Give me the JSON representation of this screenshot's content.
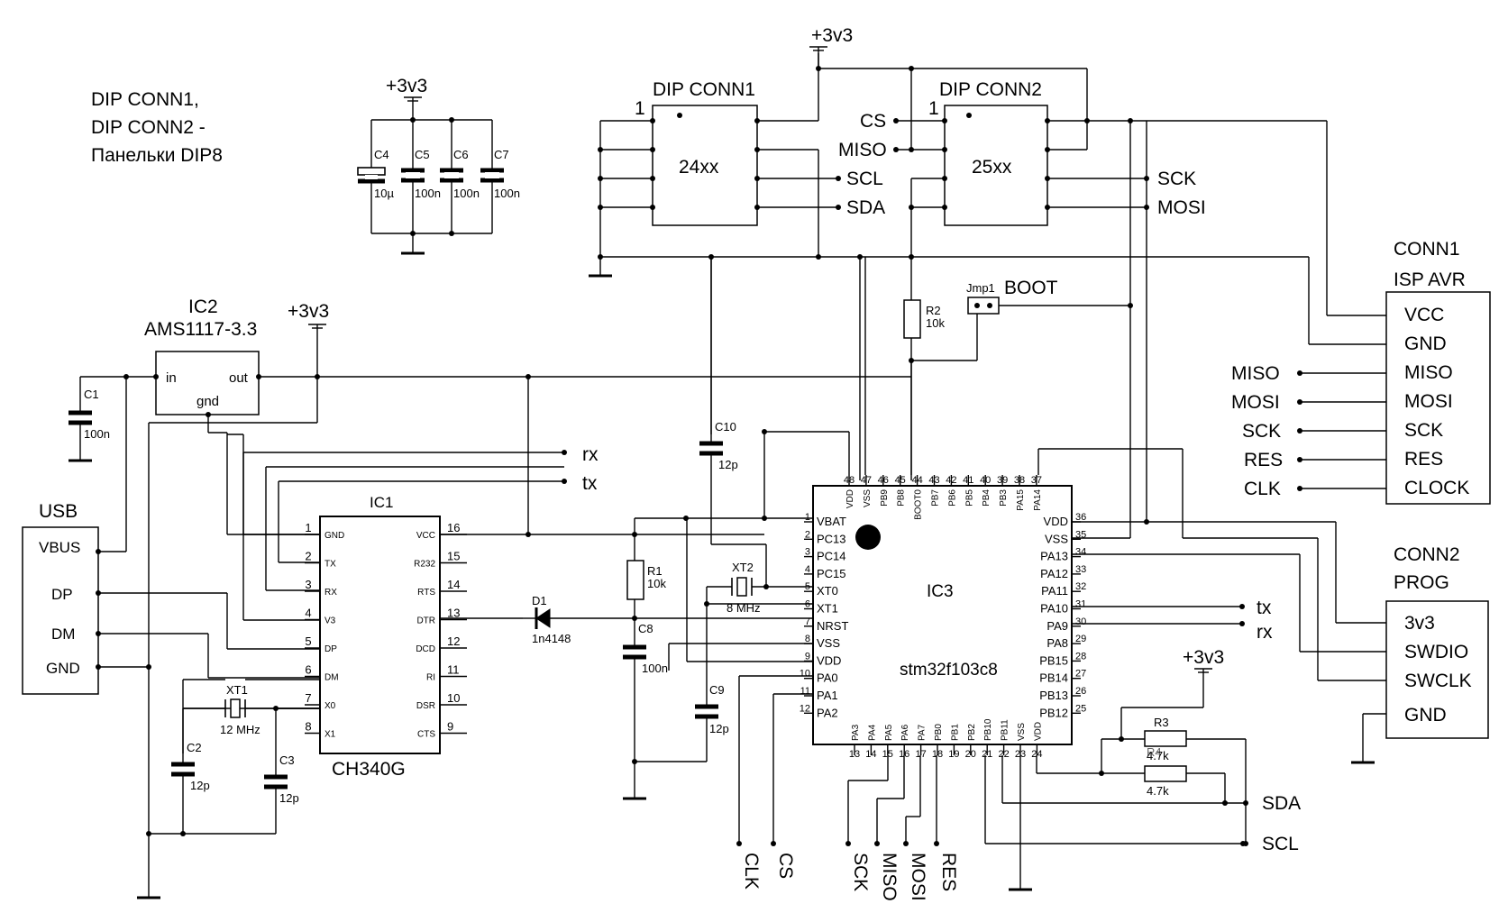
{
  "note": {
    "line1": "DIP CONN1,",
    "line2": "DIP CONN2 -",
    "line3": "Панельки DIP8"
  },
  "power": {
    "v33": "+3v3"
  },
  "caps": {
    "c4": {
      "name": "C4",
      "value": "10µ"
    },
    "c5": {
      "name": "C5",
      "value": "100n"
    },
    "c6": {
      "name": "C6",
      "value": "100n"
    },
    "c7": {
      "name": "C7",
      "value": "100n"
    },
    "c1": {
      "name": "C1",
      "value": "100n"
    },
    "c2": {
      "name": "C2",
      "value": "12p"
    },
    "c3": {
      "name": "C3",
      "value": "12p"
    },
    "c8": {
      "name": "C8",
      "value": "100n"
    },
    "c9": {
      "name": "C9",
      "value": "12p"
    },
    "c10": {
      "name": "C10",
      "value": "12p"
    }
  },
  "dip1": {
    "title": "DIP CONN1",
    "chip": "24xx",
    "pin1": "1",
    "scl": "SCL",
    "sda": "SDA"
  },
  "dip2": {
    "title": "DIP CONN2",
    "chip": "25xx",
    "pin1": "1",
    "cs": "CS",
    "miso": "MISO",
    "sck": "SCK",
    "mosi": "MOSI"
  },
  "ic2": {
    "name": "IC2",
    "part": "AMS1117-3.3",
    "in": "in",
    "out": "out",
    "gnd": "gnd"
  },
  "usb": {
    "title": "USB",
    "pins": [
      "VBUS",
      "DP",
      "DM",
      "GND"
    ]
  },
  "ic1": {
    "name": "IC1",
    "part": "CH340G",
    "left": [
      {
        "num": "1",
        "name": "GND"
      },
      {
        "num": "2",
        "name": "TX"
      },
      {
        "num": "3",
        "name": "RX"
      },
      {
        "num": "4",
        "name": "V3"
      },
      {
        "num": "5",
        "name": "DP"
      },
      {
        "num": "6",
        "name": "DM"
      },
      {
        "num": "7",
        "name": "X0"
      },
      {
        "num": "8",
        "name": "X1"
      }
    ],
    "right": [
      {
        "num": "16",
        "name": "VCC"
      },
      {
        "num": "15",
        "name": "R232"
      },
      {
        "num": "14",
        "name": "RTS"
      },
      {
        "num": "13",
        "name": "DTR"
      },
      {
        "num": "12",
        "name": "DCD"
      },
      {
        "num": "11",
        "name": "RI"
      },
      {
        "num": "10",
        "name": "DSR"
      },
      {
        "num": "9",
        "name": "CTS"
      }
    ]
  },
  "xt1": {
    "name": "XT1",
    "value": "12 MHz"
  },
  "xt2": {
    "name": "XT2",
    "value": "8 MHz"
  },
  "d1": {
    "name": "D1",
    "value": "1n4148"
  },
  "r1": {
    "name": "R1",
    "value": "10k"
  },
  "r2": {
    "name": "R2",
    "value": "10k"
  },
  "r3": {
    "name": "R3",
    "value": "4.7k"
  },
  "r4": {
    "name": "R4",
    "value": "4.7k"
  },
  "jmp": {
    "name": "Jmp1",
    "label": "BOOT"
  },
  "uart": {
    "rx": "rx",
    "tx": "tx"
  },
  "ic3": {
    "name": "IC3",
    "part": "stm32f103c8",
    "left": [
      {
        "num": "1",
        "name": "VBAT"
      },
      {
        "num": "2",
        "name": "PC13"
      },
      {
        "num": "3",
        "name": "PC14"
      },
      {
        "num": "4",
        "name": "PC15"
      },
      {
        "num": "5",
        "name": "XT0"
      },
      {
        "num": "6",
        "name": "XT1"
      },
      {
        "num": "7",
        "name": "NRST"
      },
      {
        "num": "8",
        "name": "VSS"
      },
      {
        "num": "9",
        "name": "VDD"
      },
      {
        "num": "10",
        "name": "PA0"
      },
      {
        "num": "11",
        "name": "PA1"
      },
      {
        "num": "12",
        "name": "PA2"
      }
    ],
    "top": [
      {
        "num": "48",
        "name": "VDD"
      },
      {
        "num": "47",
        "name": "VSS"
      },
      {
        "num": "46",
        "name": "PB9"
      },
      {
        "num": "45",
        "name": "PB8"
      },
      {
        "num": "44",
        "name": "BOOT0"
      },
      {
        "num": "43",
        "name": "PB7"
      },
      {
        "num": "42",
        "name": "PB6"
      },
      {
        "num": "41",
        "name": "PB5"
      },
      {
        "num": "40",
        "name": "PB4"
      },
      {
        "num": "39",
        "name": "PB3"
      },
      {
        "num": "38",
        "name": "PA15"
      },
      {
        "num": "37",
        "name": "PA14"
      }
    ],
    "right": [
      {
        "num": "36",
        "name": "VDD"
      },
      {
        "num": "35",
        "name": "VSS"
      },
      {
        "num": "34",
        "name": "PA13"
      },
      {
        "num": "33",
        "name": "PA12"
      },
      {
        "num": "32",
        "name": "PA11"
      },
      {
        "num": "31",
        "name": "PA10"
      },
      {
        "num": "30",
        "name": "PA9"
      },
      {
        "num": "29",
        "name": "PA8"
      },
      {
        "num": "28",
        "name": "PB15"
      },
      {
        "num": "27",
        "name": "PB14"
      },
      {
        "num": "26",
        "name": "PB13"
      },
      {
        "num": "25",
        "name": "PB12"
      }
    ],
    "bottom": [
      {
        "num": "13",
        "name": "PA3"
      },
      {
        "num": "14",
        "name": "PA4"
      },
      {
        "num": "15",
        "name": "PA5"
      },
      {
        "num": "16",
        "name": "PA6"
      },
      {
        "num": "17",
        "name": "PA7"
      },
      {
        "num": "18",
        "name": "PB0"
      },
      {
        "num": "19",
        "name": "PB1"
      },
      {
        "num": "20",
        "name": "PB2"
      },
      {
        "num": "21",
        "name": "PB10"
      },
      {
        "num": "22",
        "name": "PB11"
      },
      {
        "num": "23",
        "name": "VSS"
      },
      {
        "num": "24",
        "name": "VDD"
      }
    ]
  },
  "conn1": {
    "title1": "CONN1",
    "title2": "ISP AVR",
    "pins": [
      "VCC",
      "GND",
      "MISO",
      "MOSI",
      "SCK",
      "RES",
      "CLOCK"
    ],
    "ext": [
      "MISO",
      "MOSI",
      "SCK",
      "RES",
      "CLK"
    ]
  },
  "conn2": {
    "title1": "CONN2",
    "title2": "PROG",
    "pins": [
      "3v3",
      "SWDIO",
      "SWCLK",
      "GND"
    ]
  },
  "bottom_nets": [
    "CLK",
    "CS",
    "SCK",
    "MISO",
    "MOSI",
    "RES"
  ],
  "i2c": {
    "sda": "SDA",
    "scl": "SCL"
  }
}
